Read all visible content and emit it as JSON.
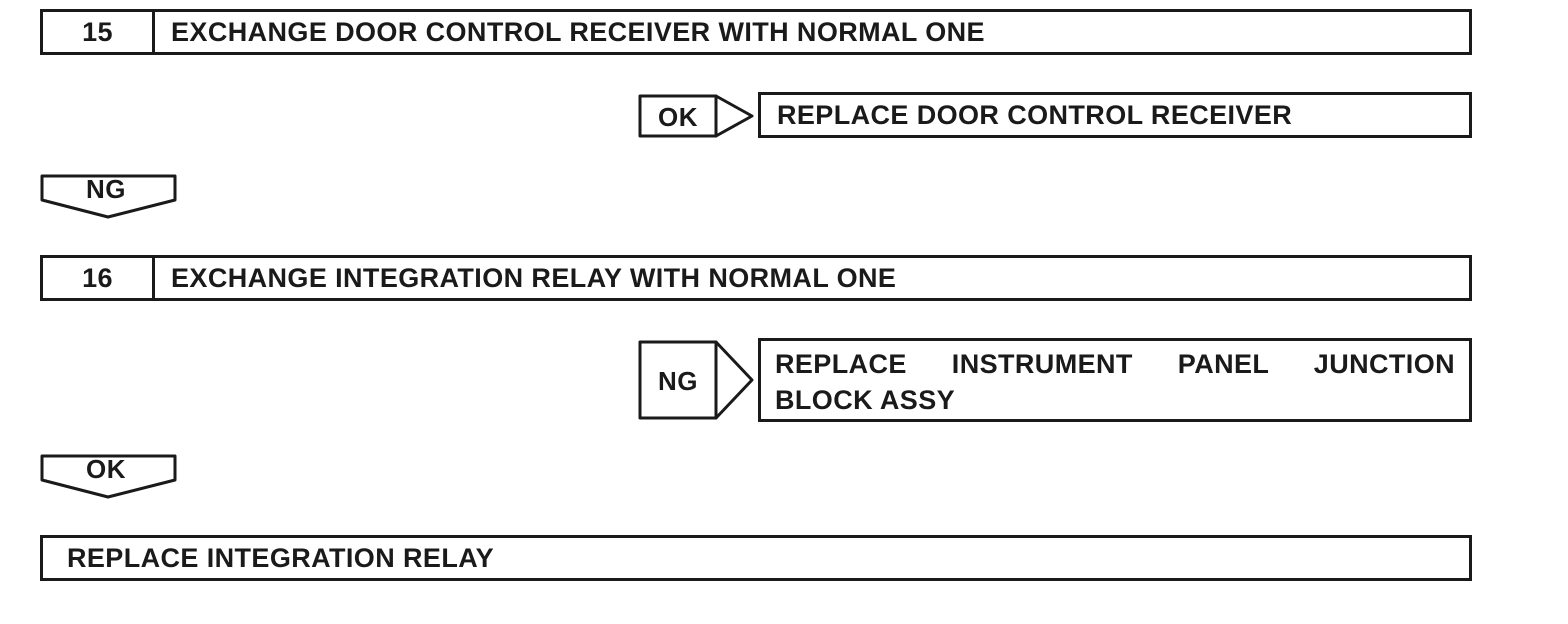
{
  "diagram": {
    "steps": [
      {
        "number": "15",
        "title": "EXCHANGE DOOR CONTROL RECEIVER WITH NORMAL ONE",
        "branch_label": "OK",
        "branch_action": "REPLACE DOOR CONTROL RECEIVER",
        "continue_label": "NG"
      },
      {
        "number": "16",
        "title": "EXCHANGE INTEGRATION RELAY WITH NORMAL ONE",
        "branch_label": "NG",
        "branch_action_lines": [
          "REPLACE INSTRUMENT PANEL JUNCTION",
          "BLOCK ASSY"
        ],
        "continue_label": "OK"
      }
    ],
    "final_action": "REPLACE INTEGRATION RELAY",
    "colors": {
      "line": "#1a1a1a",
      "background": "#ffffff",
      "text": "#1a1a1a"
    }
  }
}
